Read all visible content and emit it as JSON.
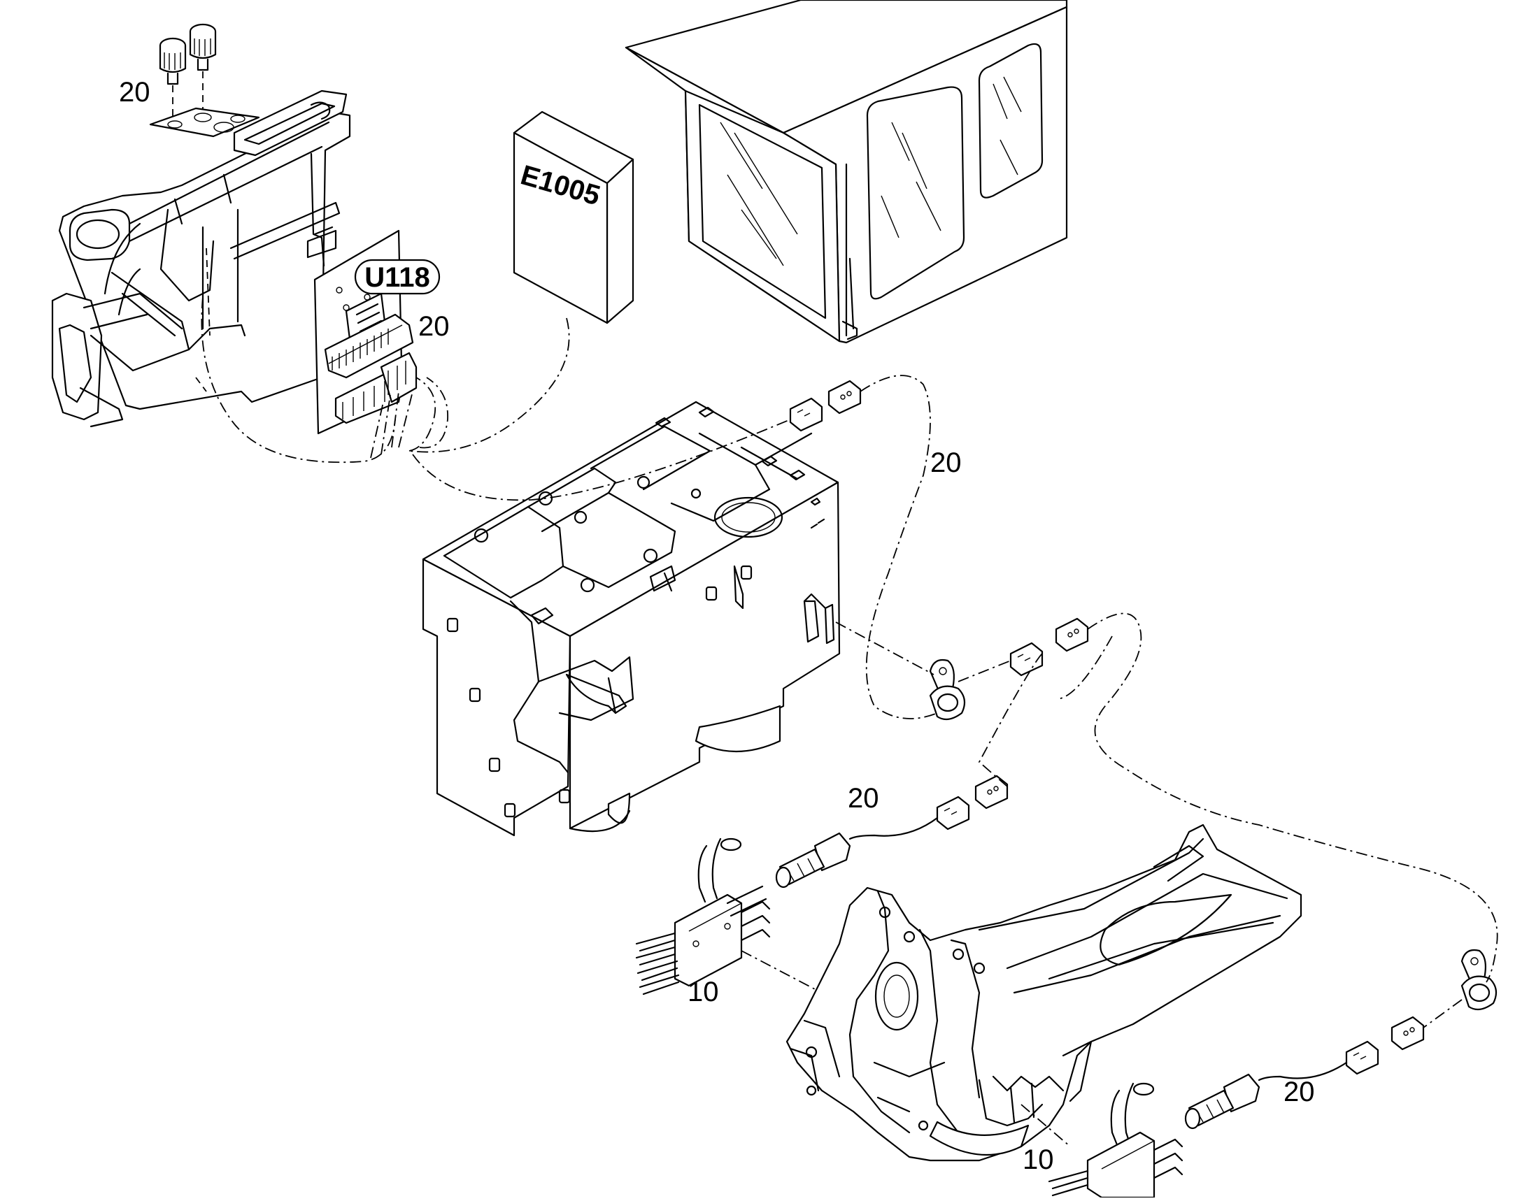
{
  "labels": {
    "e1005": "E1005",
    "u118": "U118"
  },
  "callouts": {
    "c20_top": "20",
    "c20_u118": "20",
    "c20_mid": "20",
    "c20_sensor1": "20",
    "c20_sensor2": "20",
    "c10_left": "10",
    "c10_right": "10"
  }
}
